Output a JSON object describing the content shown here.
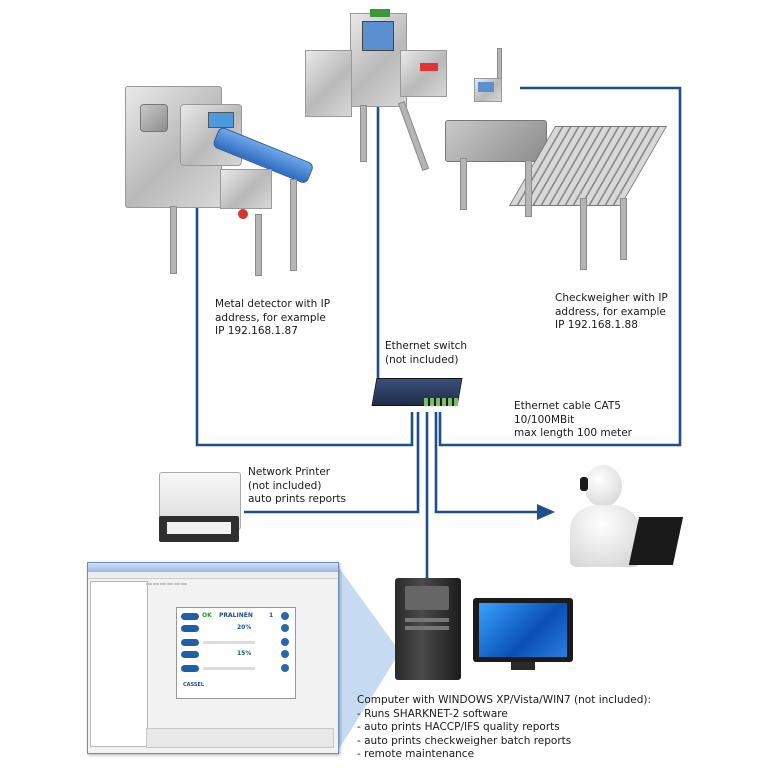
{
  "labels": {
    "metal_detector": "Metal detector with IP\naddress, for example\nIP 192.168.1.87",
    "checkweigher": "Checkweigher with IP\naddress, for example\nIP 192.168.1.88",
    "ethernet_switch": "Ethernet switch\n(not included)",
    "ethernet_cable": "Ethernet cable CAT5\n10/100MBit\nmax length 100 meter",
    "network_printer": "Network Printer\n(not included)\nauto prints reports",
    "computer": "Computer with WINDOWS XP/Vista/WIN7 (not included):\n- Runs SHARKNET-2 software\n- auto prints HACCP/IFS quality reports\n- auto prints checkweigher batch reports\n- remote maintenance"
  },
  "screenshot": {
    "product_name": "PRALINEN",
    "count": "1",
    "value_1": "20%",
    "value_2": "15%",
    "status": "OK",
    "brand": "CASSEL"
  },
  "colors": {
    "cable": "#1f4e8c",
    "belt": "#3d7fd6",
    "screen": "#1f6fd6"
  },
  "icons": [
    "metal-detector-machine",
    "checkweigher-machine",
    "ethernet-switch-icon",
    "printer-icon",
    "support-person-icon",
    "computer-tower-icon",
    "monitor-icon"
  ]
}
